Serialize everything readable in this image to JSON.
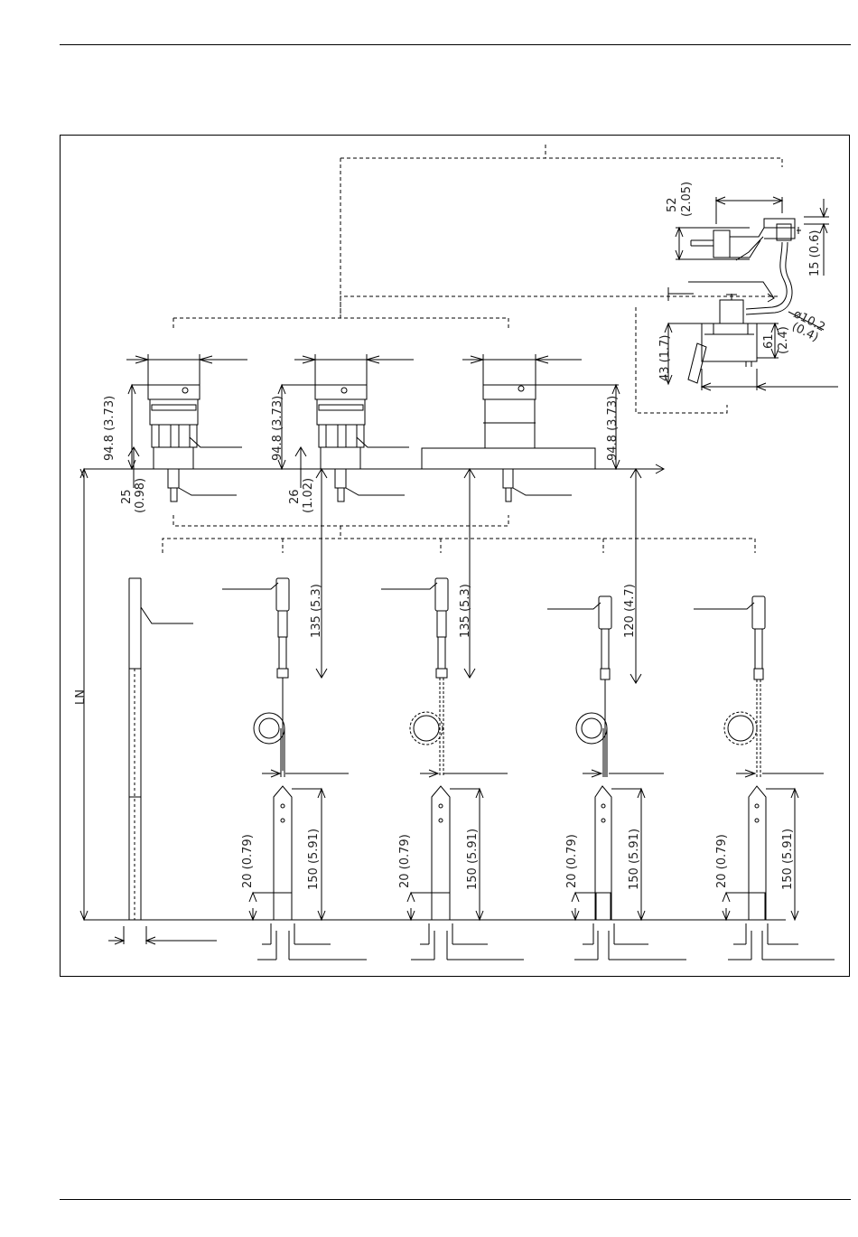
{
  "dimensions": {
    "d52": "52",
    "d52_in": "(2.05)",
    "d15": "15 (0.6)",
    "d10_2": "ø10.2",
    "d10_2_in": "(0.4)",
    "d61": "61",
    "d61_in": "(2.4)",
    "d43": "43 (1.7)",
    "d94_8_a": "94.8 (3.73)",
    "d94_8_b": "94.8 (3.73)",
    "d94_8_c": "94.8 (3.73)",
    "d25": "25",
    "d25_in": "(0.98)",
    "d26": "26",
    "d26_in": "(1.02)",
    "d135_a": "135 (5.3)",
    "d135_b": "135 (5.3)",
    "d120": "120 (4.7)",
    "ln": "LN",
    "d20_a": "20 (0.79)",
    "d20_b": "20 (0.79)",
    "d20_c": "20 (0.79)",
    "d20_d": "20 (0.79)",
    "d150_a": "150 (5.91)",
    "d150_b": "150 (5.91)",
    "d150_c": "150 (5.91)",
    "d150_d": "150 (5.91)"
  }
}
